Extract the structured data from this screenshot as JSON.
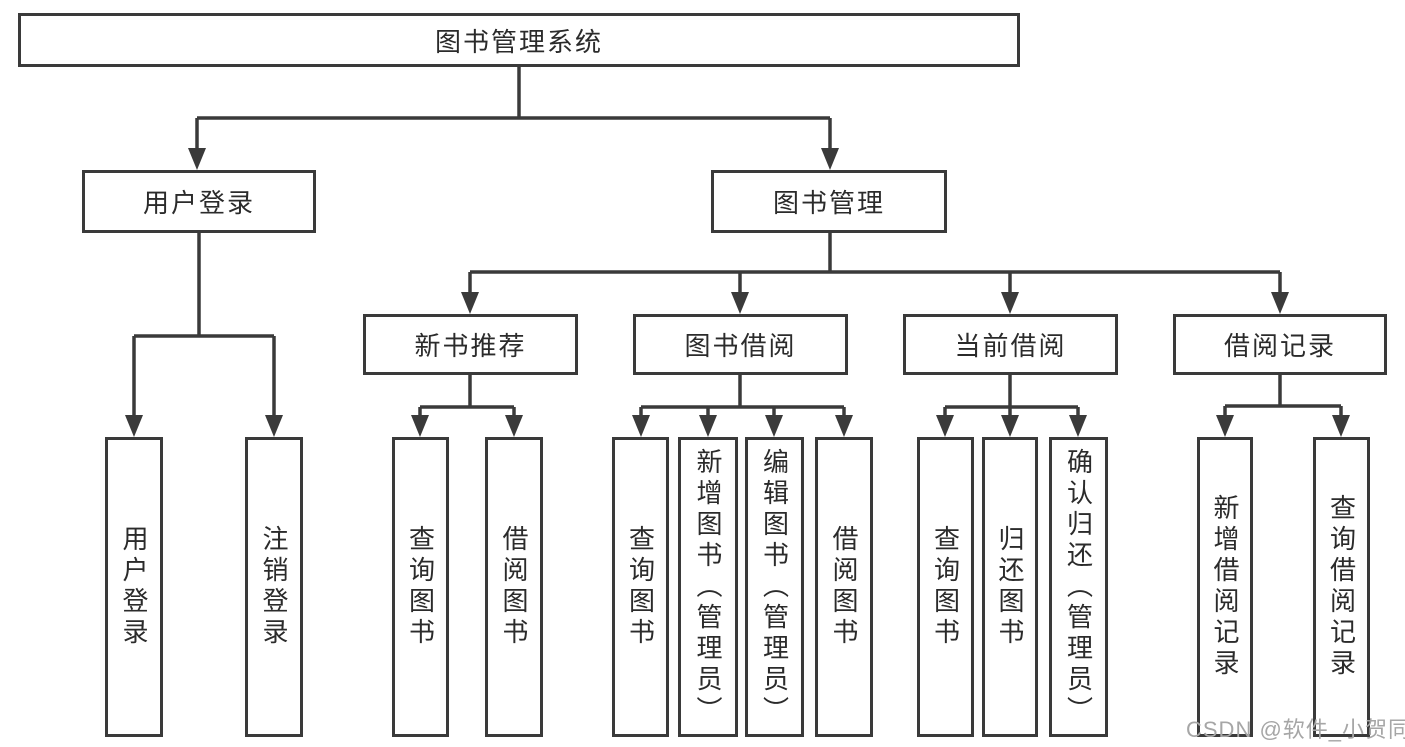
{
  "nodes": {
    "system": "图书管理系统",
    "user_login": "用户登录",
    "book_mgmt": "图书管理",
    "new_book_rec": "新书推荐",
    "book_borrow": "图书借阅",
    "current_borrow": "当前借阅",
    "borrow_records": "借阅记录"
  },
  "leaves": [
    "用户登录",
    "注销登录",
    "查询图书",
    "借阅图书",
    "查询图书",
    "新增图书（管理员）",
    "编辑图书（管理员）",
    "借阅图书",
    "查询图书",
    "归还图书",
    "确认归还（管理员）",
    "新增借阅记录",
    "查询借阅记录"
  ],
  "hierarchy": {
    "图书管理系统": [
      "用户登录",
      "图书管理"
    ],
    "用户登录": [
      "用户登录",
      "注销登录"
    ],
    "图书管理": [
      "新书推荐",
      "图书借阅",
      "当前借阅",
      "借阅记录"
    ],
    "新书推荐": [
      "查询图书",
      "借阅图书"
    ],
    "图书借阅": [
      "查询图书",
      "新增图书（管理员）",
      "编辑图书（管理员）",
      "借阅图书"
    ],
    "当前借阅": [
      "查询图书",
      "归还图书",
      "确认归还（管理员）"
    ],
    "借阅记录": [
      "新增借阅记录",
      "查询借阅记录"
    ]
  },
  "watermark": "CSDN @软件_小贺同学",
  "colors": {
    "line": "#3a3a3a",
    "text": "#2b2b2b",
    "watermark": "#a6a6a6",
    "background": "#ffffff"
  }
}
